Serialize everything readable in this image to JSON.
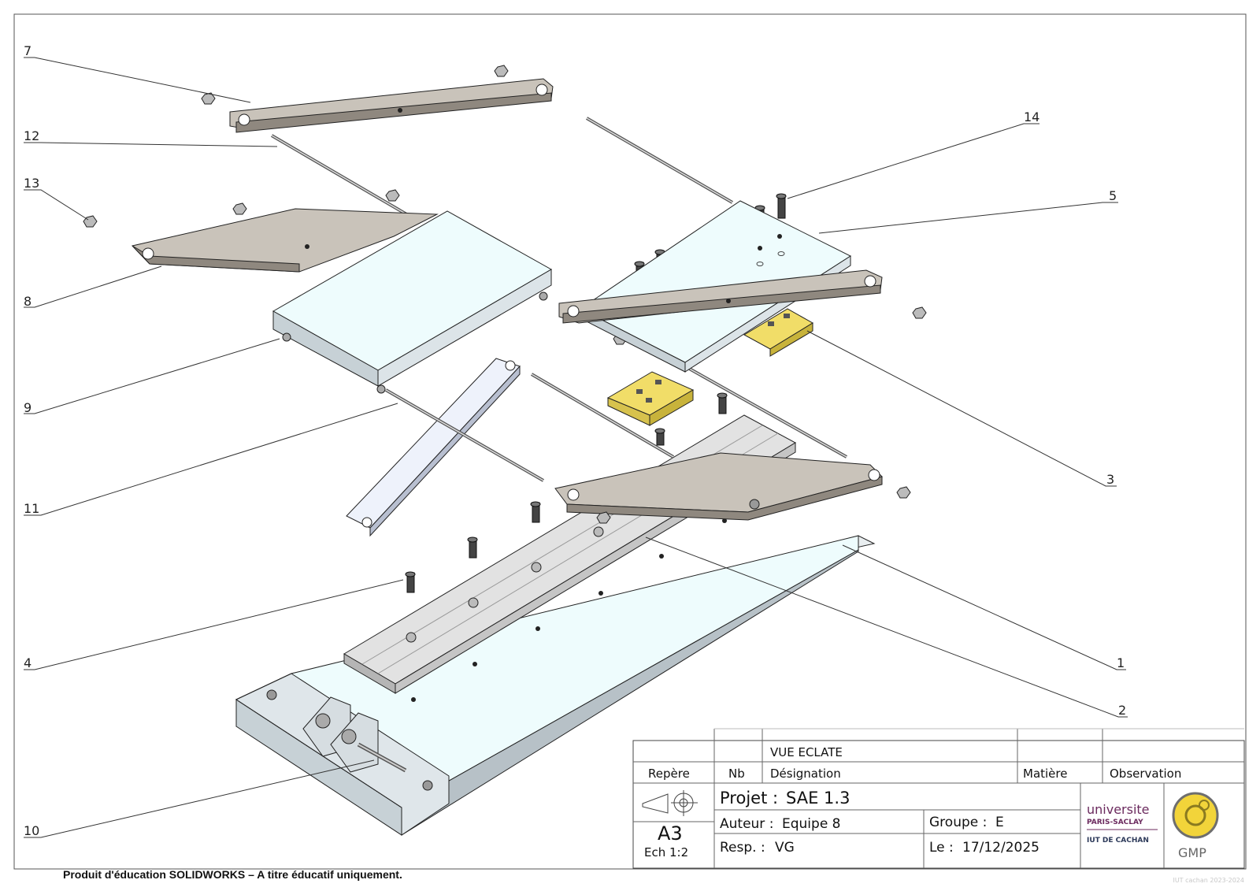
{
  "callouts": [
    "7",
    "12",
    "13",
    "8",
    "9",
    "11",
    "4",
    "10",
    "14",
    "5",
    "3",
    "1",
    "2"
  ],
  "title_block": {
    "view_title": "VUE ECLATE",
    "col_repere": "Repère",
    "col_nb": "Nb",
    "col_designation": "Désignation",
    "col_matiere": "Matière",
    "col_observation": "Observation",
    "projet_label": "Projet :",
    "projet_value": "SAE 1.3",
    "auteur_label": "Auteur :",
    "auteur_value": "Equipe 8",
    "groupe_label": "Groupe :",
    "groupe_value": "E",
    "resp_label": "Resp. :",
    "resp_value": "VG",
    "le_label": "Le :",
    "le_value": "17/12/2025",
    "format": "A3",
    "scale": "Ech  1:2",
    "logo_university_line1": "universite",
    "logo_university_line2": "PARIS-SACLAY",
    "logo_iut": "IUT DE CACHAN",
    "logo_gmp": "GMP"
  },
  "footer_text": "Produit d'éducation SOLIDWORKS – A titre éducatif uniquement.",
  "watermark_text": "IUT cachan 2023-2024",
  "colors": {
    "plate": "#eefcfd",
    "plate_side": "#c7d1d6",
    "arm": "#c9c3ba",
    "arm_dark": "#8f887f",
    "guide": "#f1dd68",
    "rail": "#d2d2d2",
    "line": "#222222"
  }
}
